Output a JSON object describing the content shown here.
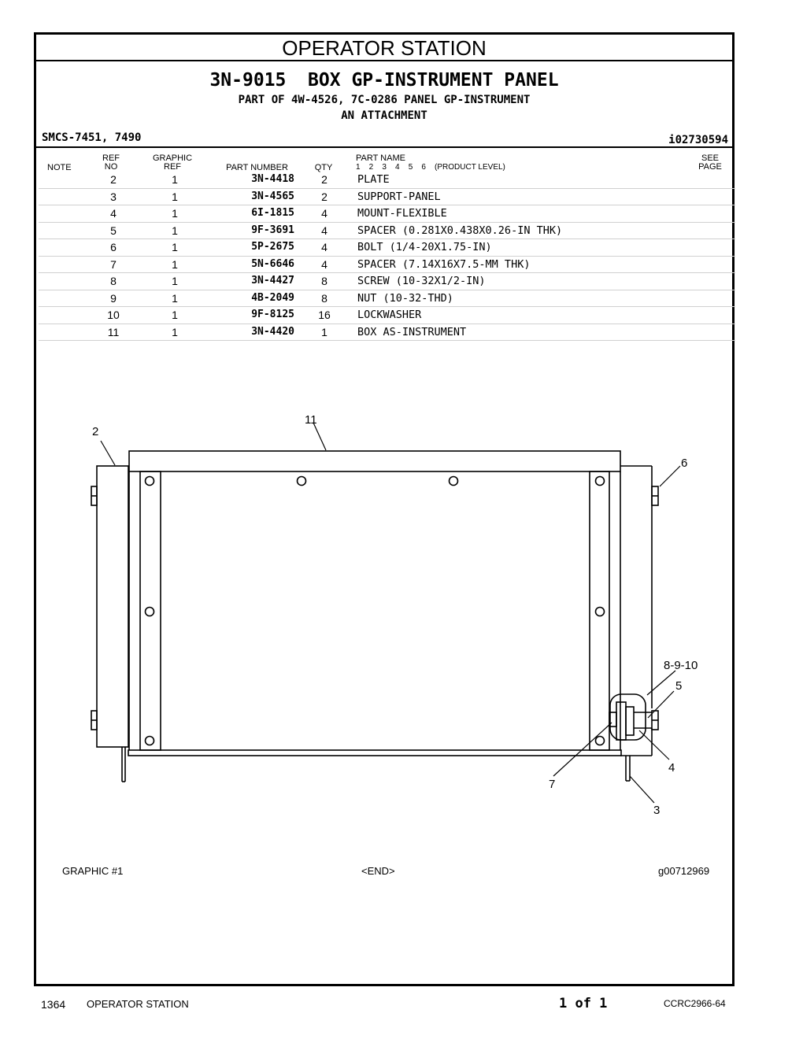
{
  "section_title": "OPERATOR STATION",
  "title": "3N-9015  BOX GP-INSTRUMENT PANEL",
  "subtitle_1": "PART OF 4W-4526, 7C-0286 PANEL GP-INSTRUMENT",
  "subtitle_2": "AN ATTACHMENT",
  "smcs": "SMCS-7451, 7490",
  "illustration_id": "i02730594",
  "headers": {
    "note": "NOTE",
    "ref_no_1": "REF",
    "ref_no_2": "NO",
    "graphic_ref_1": "GRAPHIC",
    "graphic_ref_2": "REF",
    "part_number": "PART NUMBER",
    "qty": "QTY",
    "part_name": "PART NAME",
    "product_level": "1    2    3    4    5    6    (PRODUCT LEVEL)",
    "see_page_1": "SEE",
    "see_page_2": "PAGE"
  },
  "parts": [
    {
      "ref": "2",
      "graphic": "1",
      "part_number": "3N-4418",
      "qty": "2",
      "name": "PLATE"
    },
    {
      "ref": "3",
      "graphic": "1",
      "part_number": "3N-4565",
      "qty": "2",
      "name": "SUPPORT-PANEL"
    },
    {
      "ref": "4",
      "graphic": "1",
      "part_number": "6I-1815",
      "qty": "4",
      "name": "MOUNT-FLEXIBLE"
    },
    {
      "ref": "5",
      "graphic": "1",
      "part_number": "9F-3691",
      "qty": "4",
      "name": "SPACER (0.281X0.438X0.26-IN THK)"
    },
    {
      "ref": "6",
      "graphic": "1",
      "part_number": "5P-2675",
      "qty": "4",
      "name": "BOLT (1/4-20X1.75-IN)"
    },
    {
      "ref": "7",
      "graphic": "1",
      "part_number": "5N-6646",
      "qty": "4",
      "name": "SPACER (7.14X16X7.5-MM THK)"
    },
    {
      "ref": "8",
      "graphic": "1",
      "part_number": "3N-4427",
      "qty": "8",
      "name": "SCREW (10-32X1/2-IN)"
    },
    {
      "ref": "9",
      "graphic": "1",
      "part_number": "4B-2049",
      "qty": "8",
      "name": "NUT (10-32-THD)"
    },
    {
      "ref": "10",
      "graphic": "1",
      "part_number": "9F-8125",
      "qty": "16",
      "name": "LOCKWASHER"
    },
    {
      "ref": "11",
      "graphic": "1",
      "part_number": "3N-4420",
      "qty": "1",
      "name": "BOX AS-INSTRUMENT"
    }
  ],
  "callouts": {
    "c2": "2",
    "c11": "11",
    "c6": "6",
    "c8910": "8-9-10",
    "c5": "5",
    "c4": "4",
    "c7": "7",
    "c3": "3"
  },
  "graphic_caption": "GRAPHIC #1",
  "end_marker": "<END>",
  "graphic_id": "g00712969",
  "footer": {
    "page_number": "1364",
    "section": "OPERATOR STATION",
    "pages": "1 of 1",
    "doc_id": "CCRC2966-64"
  }
}
